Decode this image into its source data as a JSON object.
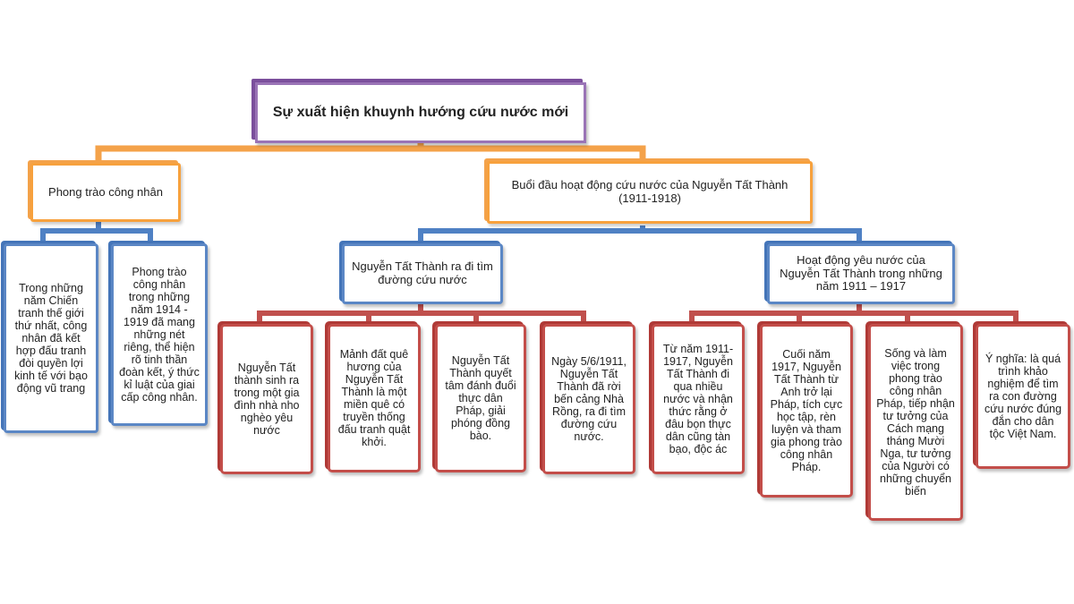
{
  "colors": {
    "level0": "#7b4f9c",
    "level1": "#f7a13d",
    "level2": "#4b7dc0",
    "level3": "#b83c3a"
  },
  "root": {
    "text": "Sự xuất hiện khuynh hướng cứu nước mới"
  },
  "branch_workers": {
    "text": "Phong trào công nhân",
    "children": [
      "Trong những năm Chiến tranh thế giới thứ nhất, công nhân đã kết hợp đấu tranh đòi quyền lợi kinh tế với bạo động vũ trang",
      "Phong trào công nhân trong những năm 1914 - 1919 đã mang những nét riêng, thể hiện rõ tinh thần đoàn kết, ý thức kỉ luật của giai cấp công nhân."
    ]
  },
  "branch_nguyen": {
    "text": "Buổi đầu hoạt động cứu nước của Nguyễn Tất Thành (1911-1918)",
    "sub_left": {
      "text": "Nguyễn Tất Thành ra đi tìm đường cứu nước",
      "children": [
        "Nguyễn Tất thành sinh ra trong một gia đình nhà nho nghèo yêu nước",
        "Mảnh đất quê hương của Nguyễn Tất Thành là một miền quê có truyền thống đấu tranh quật khởi.",
        "Nguyễn Tất Thành quyết tâm đánh đuổi thực dân Pháp, giải phóng đồng bào.",
        "Ngày 5/6/1911, Nguyễn Tất Thành đã rời bến cảng Nhà Rồng, ra đi tìm đường cứu nước."
      ]
    },
    "sub_right": {
      "text": "Hoạt động yêu nước của Nguyễn Tất Thành trong những năm 1911 – 1917",
      "children": [
        "Từ năm 1911-1917, Nguyễn Tất Thành đi qua nhiều nước và nhận thức rằng ở đâu bọn thực dân cũng tàn bạo, độc ác",
        "Cuối năm 1917, Nguyễn Tất Thành từ Anh trở lại Pháp, tích cực học tập, rèn luyện và tham gia phong trào công nhân Pháp.",
        "Sống và làm việc trong phong trào công nhân Pháp, tiếp nhận tư tưởng của Cách mạng tháng Mười Nga, tư tưởng của Người có những chuyển biến",
        "Ý nghĩa: là quá trình khảo nghiệm để tìm ra con đường cứu nước đúng đắn cho dân tộc Việt Nam."
      ]
    }
  }
}
